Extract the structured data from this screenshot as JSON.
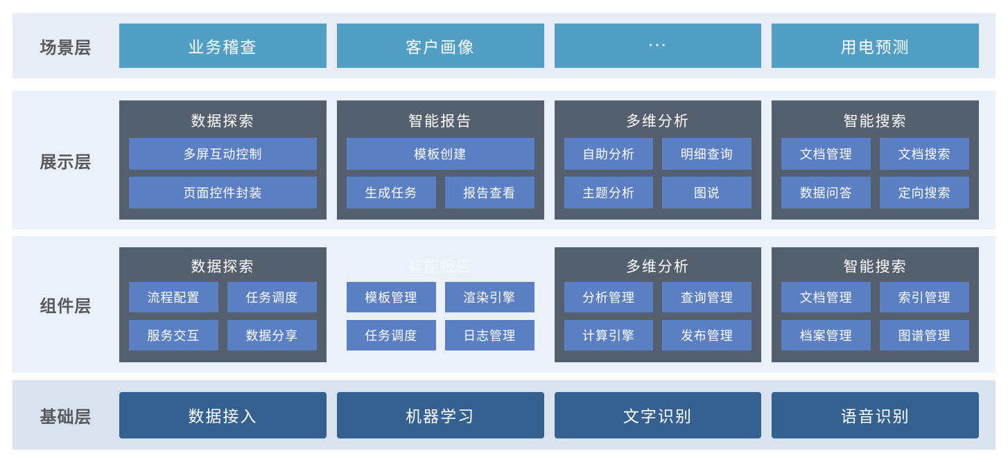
{
  "colors": {
    "scenario_box": "#519fc4",
    "group_container": "#55606e",
    "feature_button": "#5b7fc3",
    "base_box": "#34618f",
    "band_scenario_bg": "#e8ecf4",
    "band_mid_bg": "#eaf1f9",
    "band_base_bg": "#d9e3ef",
    "layer_label_text": "#58595b",
    "box_text": "#ffffff"
  },
  "layers": [
    {
      "id": "scenario",
      "label": "场景层",
      "items": [
        "业务稽查",
        "客户画像",
        "···",
        "用电预测"
      ]
    },
    {
      "id": "presentation",
      "label": "展示层",
      "groups": [
        {
          "title": "数据探索",
          "rows": [
            [
              "多屏互动控制"
            ],
            [
              "页面控件封装"
            ]
          ]
        },
        {
          "title": "智能报告",
          "rows": [
            [
              "模板创建"
            ],
            [
              "生成任务",
              "报告查看"
            ]
          ]
        },
        {
          "title": "多维分析",
          "rows": [
            [
              "自助分析",
              "明细查询"
            ],
            [
              "主题分析",
              "图说"
            ]
          ]
        },
        {
          "title": "智能搜索",
          "rows": [
            [
              "文档管理",
              "文档搜索"
            ],
            [
              "数据问答",
              "定向搜索"
            ]
          ]
        }
      ]
    },
    {
      "id": "component",
      "label": "组件层",
      "groups": [
        {
          "title": "数据探索",
          "ghost": false,
          "rows": [
            [
              "流程配置",
              "任务调度"
            ],
            [
              "服务交互",
              "数据分享"
            ]
          ]
        },
        {
          "title": "智能报告",
          "ghost": true,
          "rows": [
            [
              "模板管理",
              "渲染引擎"
            ],
            [
              "任务调度",
              "日志管理"
            ]
          ]
        },
        {
          "title": "多维分析",
          "ghost": false,
          "rows": [
            [
              "分析管理",
              "查询管理"
            ],
            [
              "计算引擎",
              "发布管理"
            ]
          ]
        },
        {
          "title": "智能搜索",
          "ghost": false,
          "rows": [
            [
              "文档管理",
              "索引管理"
            ],
            [
              "档案管理",
              "图谱管理"
            ]
          ]
        }
      ]
    },
    {
      "id": "base",
      "label": "基础层",
      "items": [
        "数据接入",
        "机器学习",
        "文字识别",
        "语音识别"
      ]
    }
  ]
}
